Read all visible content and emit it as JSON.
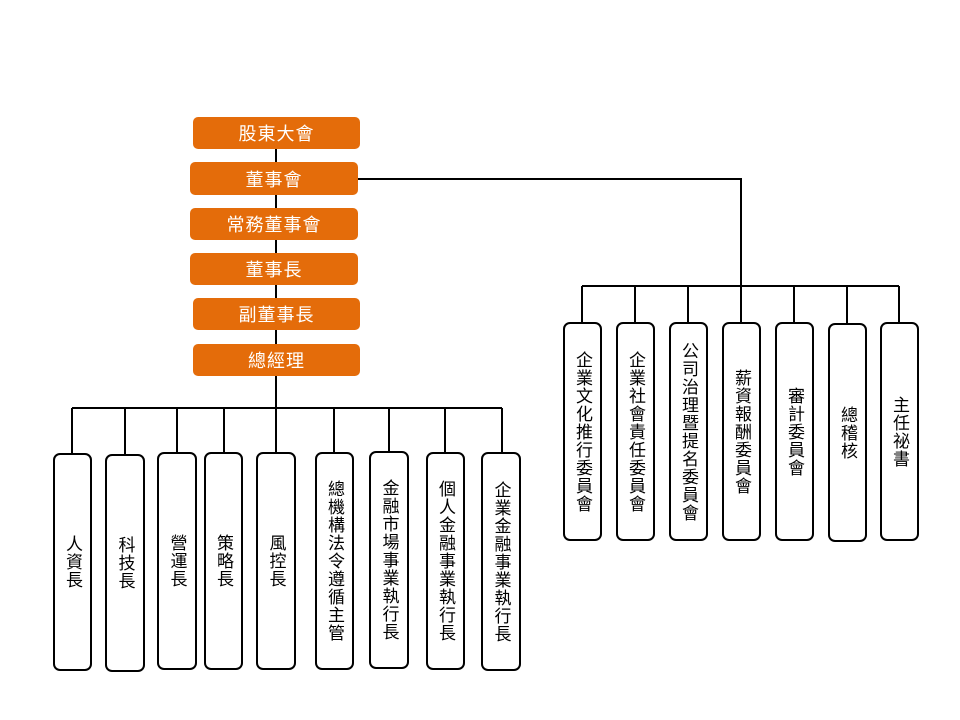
{
  "colors": {
    "accent": "#E46C0A",
    "box_border": "#000000",
    "line": "#000000"
  },
  "top_chain": [
    "股東大會",
    "董事會",
    "常務董事會",
    "董事長",
    "副董事長",
    "總經理"
  ],
  "board_committees": [
    "企業文化推行委員會",
    "企業社會責任委員會",
    "公司治理暨提名委員會",
    "薪資報酬委員會",
    "審計委員會",
    "總稽核",
    "主任祕書"
  ],
  "executives": [
    "人資長",
    "科技長",
    "營運長",
    "策略長",
    "風控長",
    "總機構法令遵循主管",
    "金融市場事業執行長",
    "個人金融事業執行長",
    "企業金融事業執行長"
  ]
}
